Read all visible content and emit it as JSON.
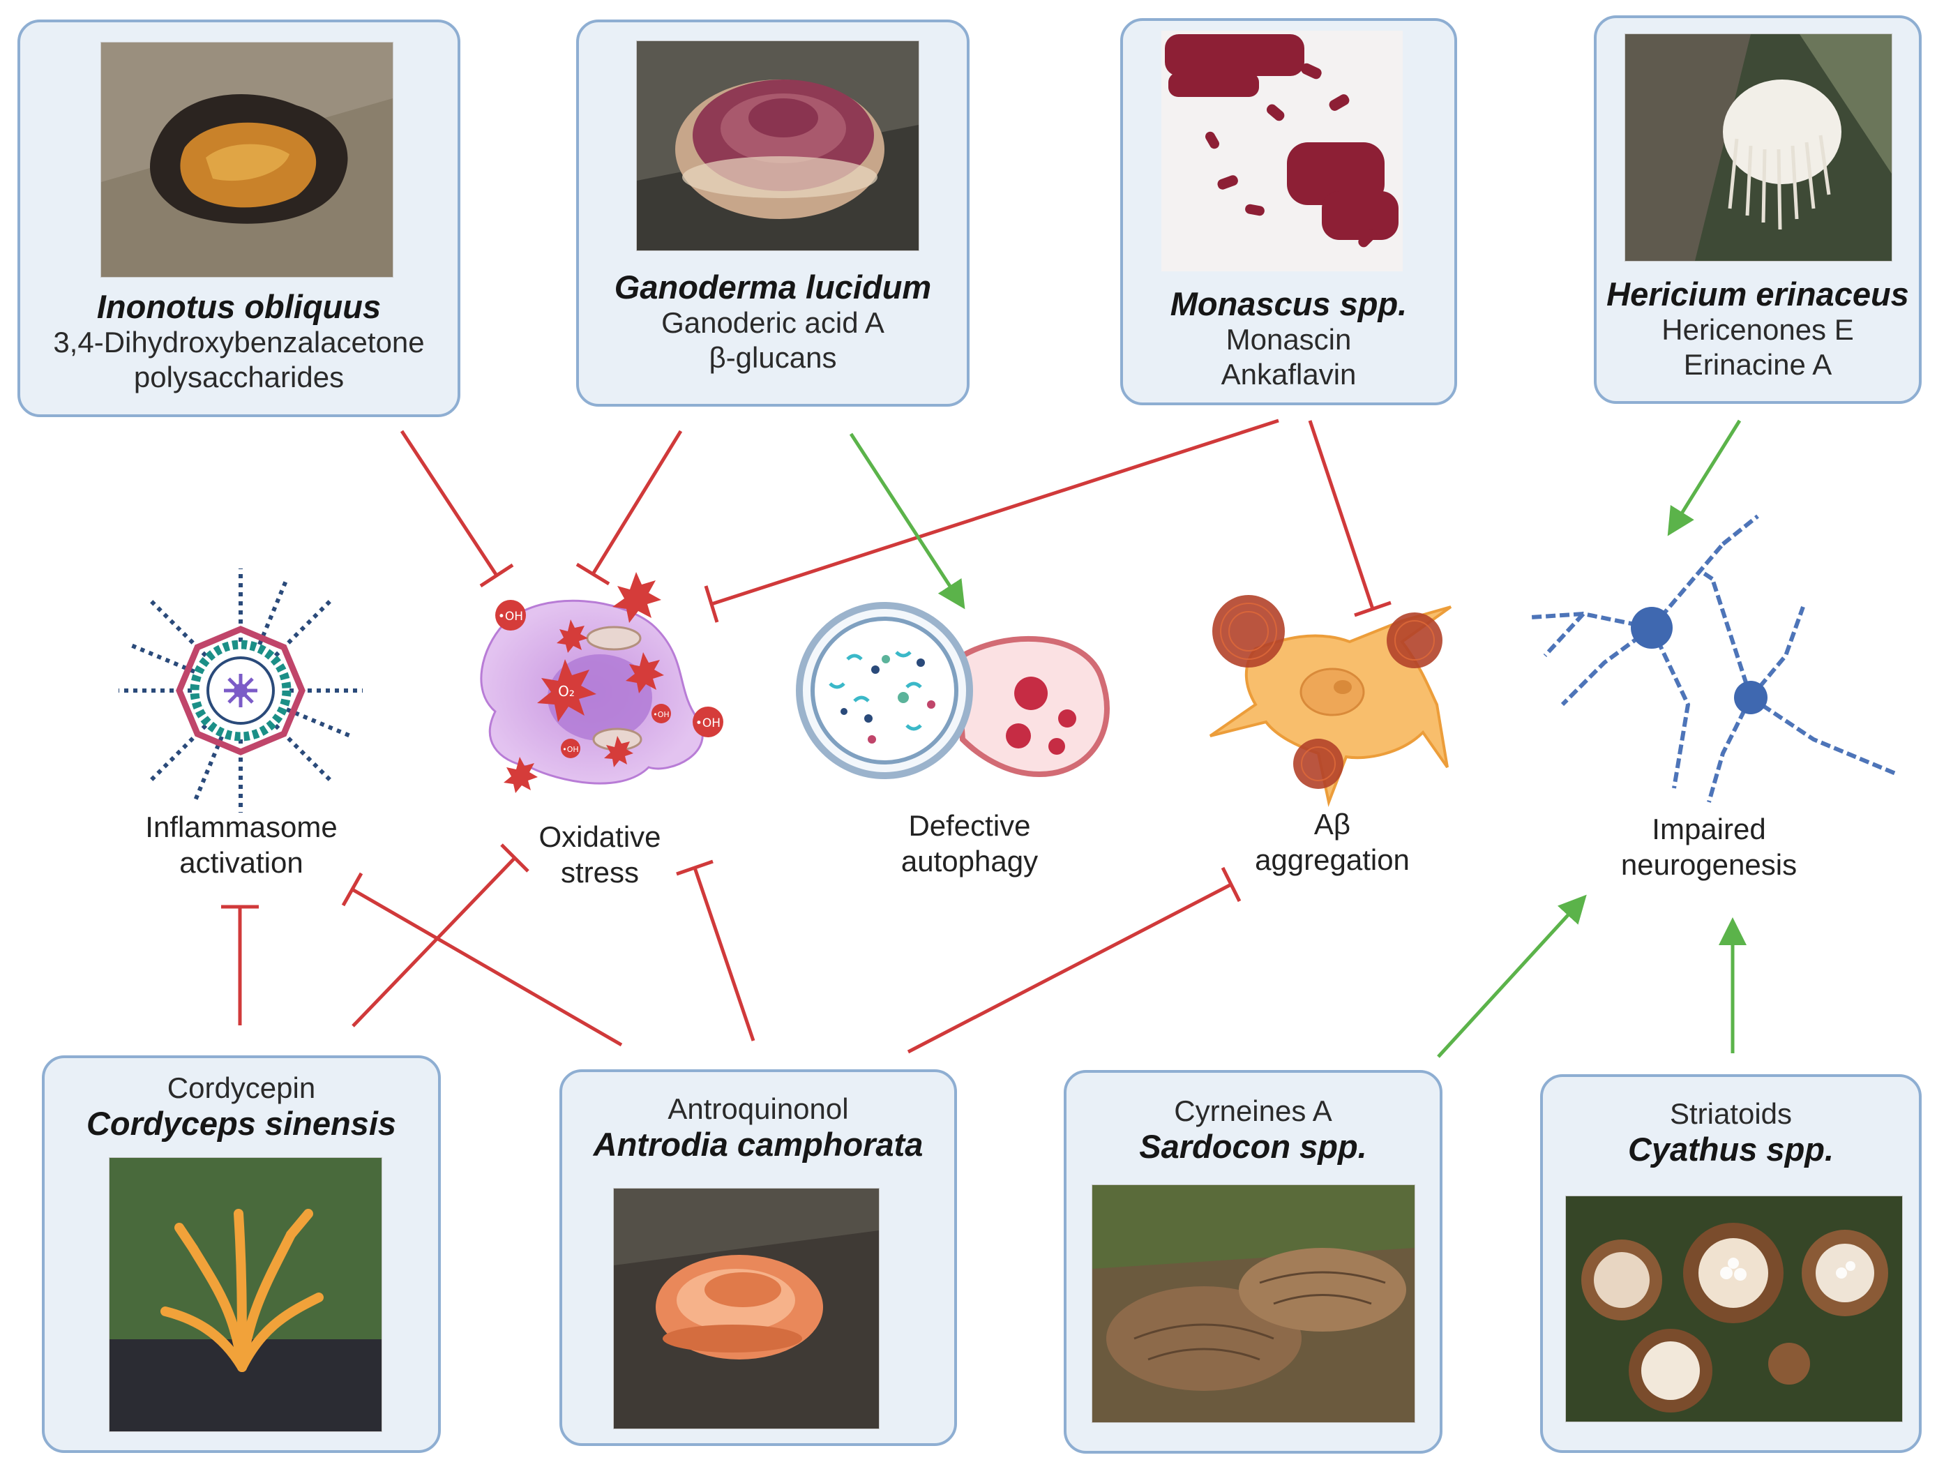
{
  "fungi_top": [
    {
      "species": "Inonotus obliquus",
      "compounds": [
        "3,4-Dihydroxybenzalacetone",
        "polysaccharides"
      ]
    },
    {
      "species": "Ganoderma lucidum",
      "compounds": [
        "Ganoderic acid A",
        "β-glucans"
      ]
    },
    {
      "species": "Monascus spp.",
      "compounds": [
        "Monascin",
        "Ankaflavin"
      ]
    },
    {
      "species": "Hericium erinaceus",
      "compounds": [
        "Hericenones E",
        "Erinacine A"
      ]
    }
  ],
  "fungi_bottom": [
    {
      "compound": "Cordycepin",
      "species": "Cordyceps sinensis"
    },
    {
      "compound": "Antroquinonol",
      "species": "Antrodia camphorata"
    },
    {
      "compound": "Cyrneines A",
      "species": "Sardocon spp."
    },
    {
      "compound": "Striatoids",
      "species": "Cyathus spp."
    }
  ],
  "processes": [
    {
      "lines": [
        "Inflammasome",
        "activation"
      ]
    },
    {
      "lines": [
        "Oxidative",
        "stress"
      ]
    },
    {
      "lines": [
        "Defective",
        "autophagy"
      ]
    },
    {
      "lines": [
        "Aβ",
        "aggregation"
      ]
    },
    {
      "lines": [
        "Impaired",
        "neurogenesis"
      ]
    }
  ],
  "glyph_labels": {
    "hydroxyl": "•OH",
    "superoxide": "O₂"
  },
  "colors": {
    "inhibit": "#d0393a",
    "promote": "#5bb34a",
    "card_fill": "#e9f0f7",
    "card_border": "#8eaed2"
  }
}
